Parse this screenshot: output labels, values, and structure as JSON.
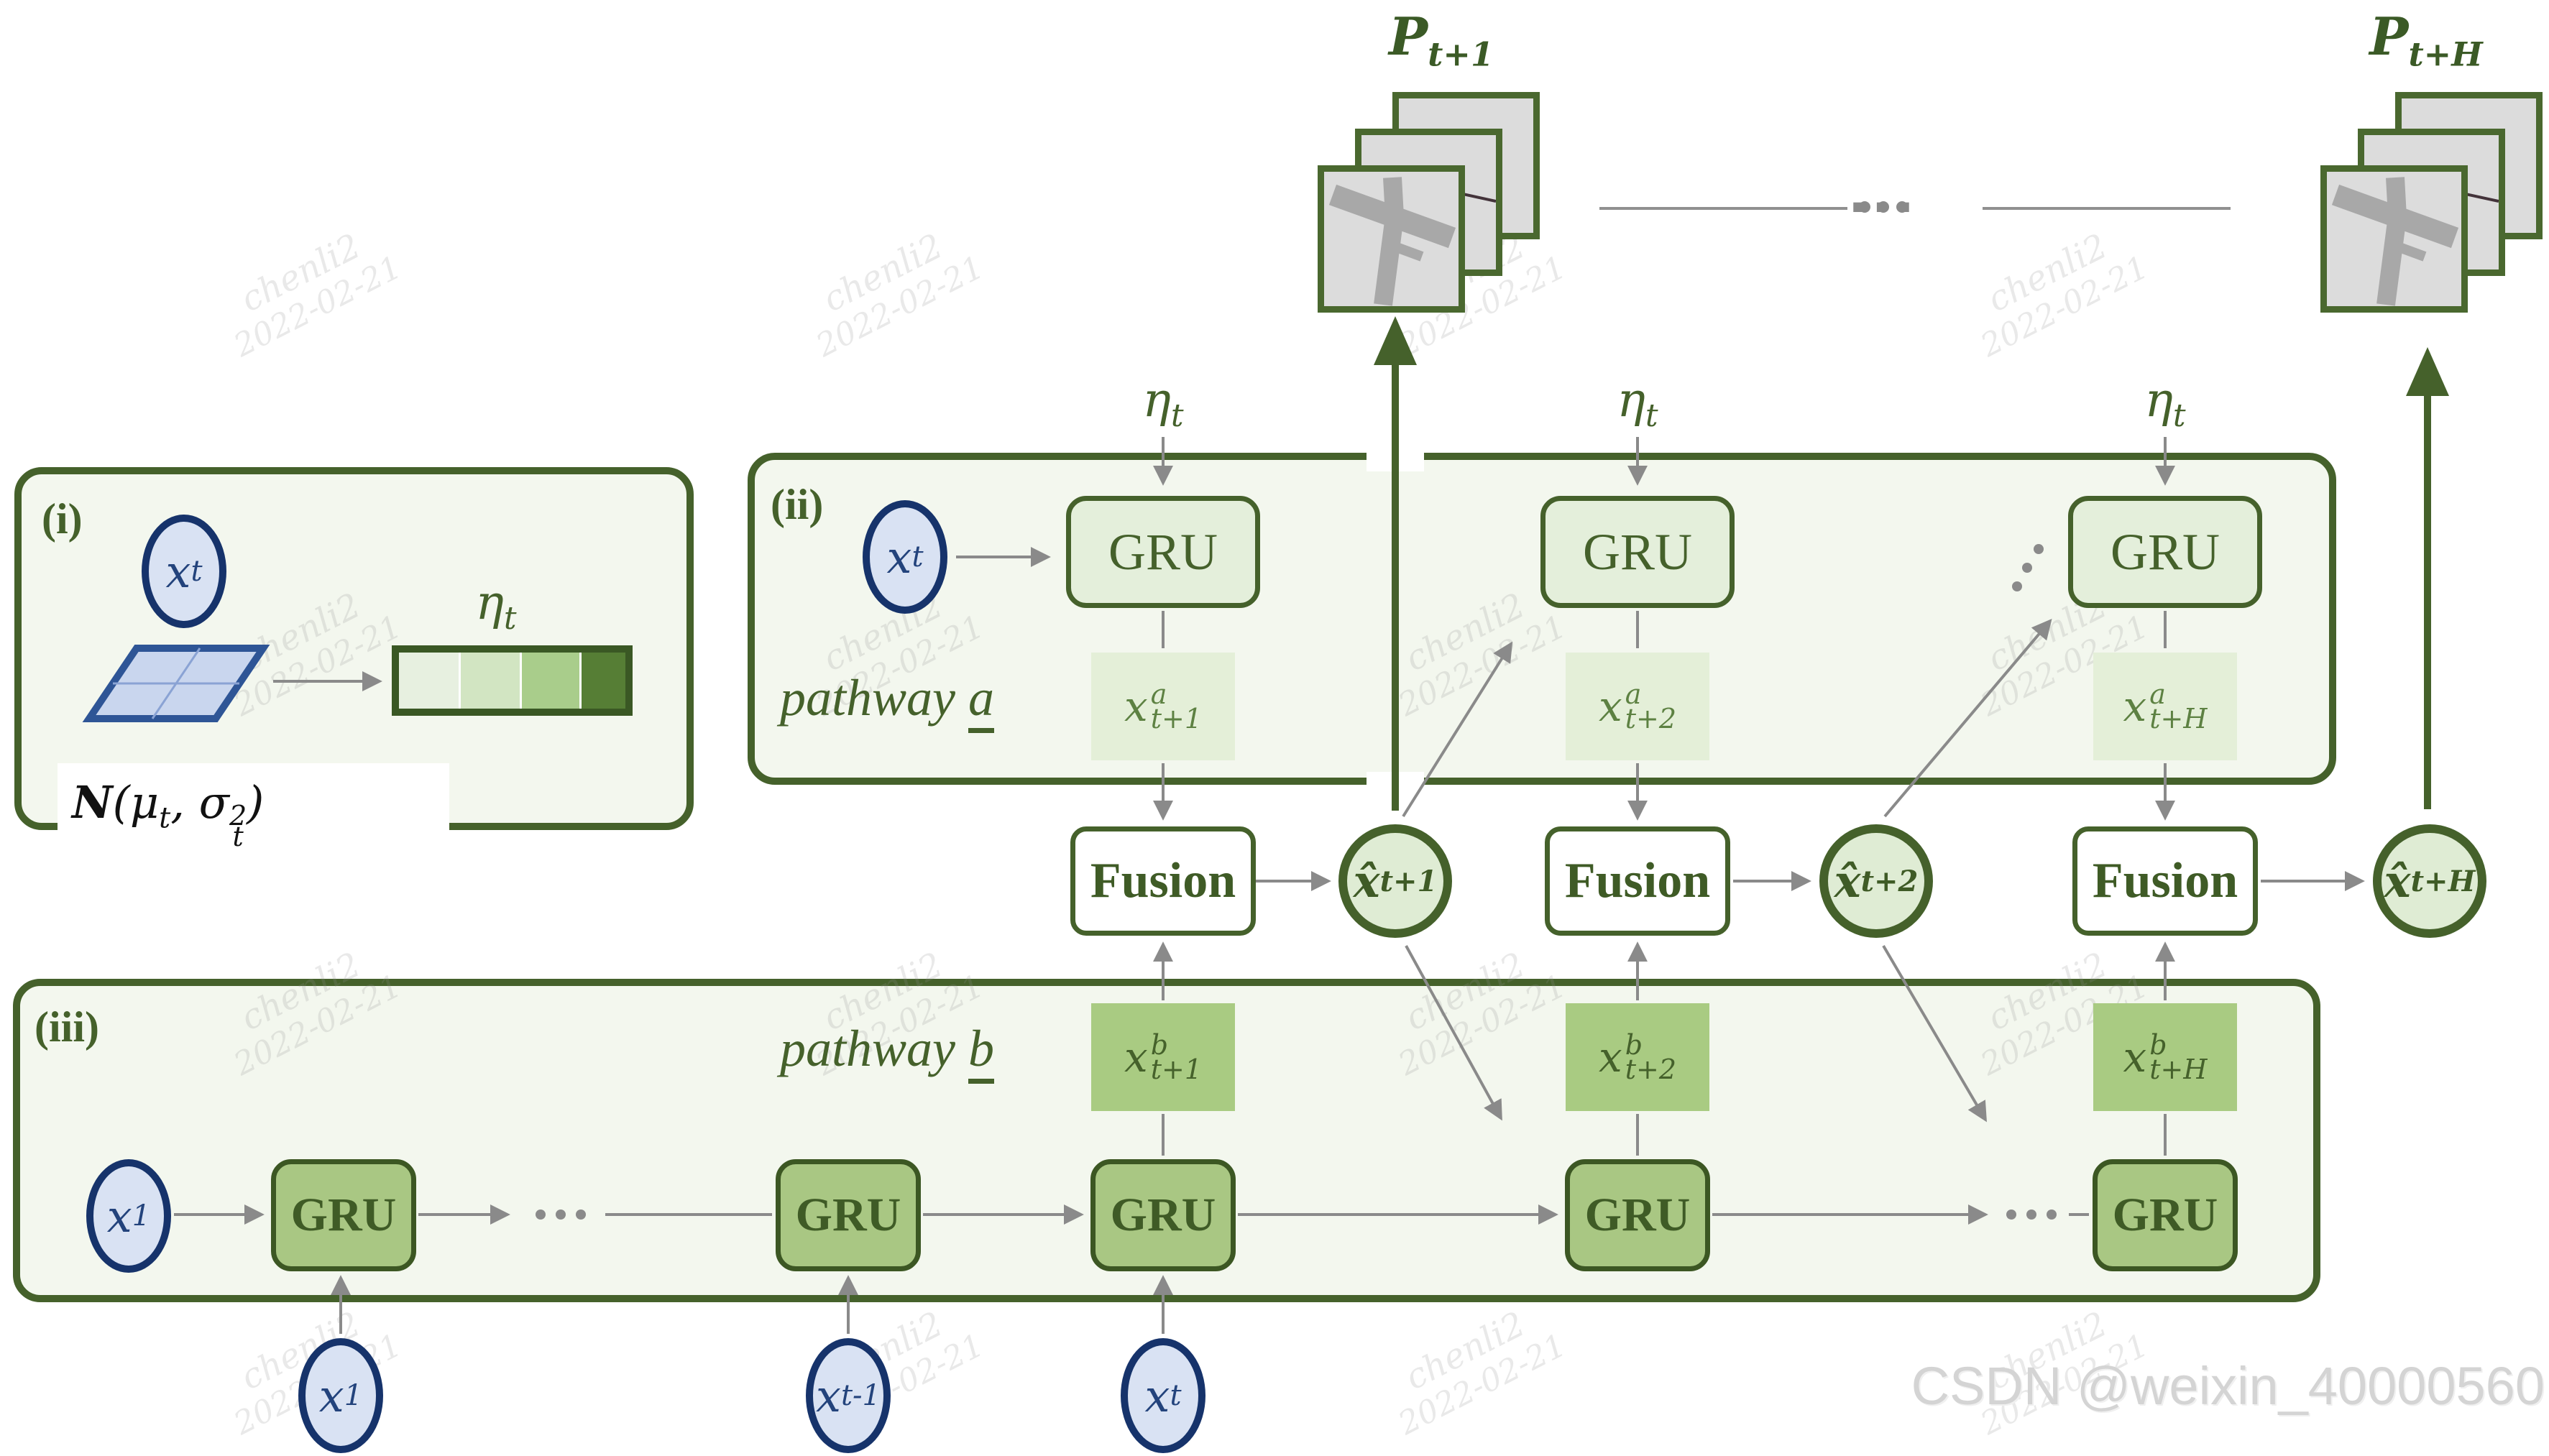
{
  "colors": {
    "accent_green": "#45612b",
    "panel_fill": "#f3f7ee",
    "gru_pathway_a_fill": "#e4efdb",
    "gru_pathway_b_fill": "#a9c783",
    "xa_highlight_fill": "#e4efd8",
    "xb_highlight_fill": "#a9cb82",
    "xhat_fill": "#dfecd4",
    "input_node_fill": "#d9e2f3",
    "input_node_border": "#16336b",
    "arrow_gray": "#8a8a8a",
    "map_frame_fill": "#dcdcdc",
    "road_gray": "#a8a8a8",
    "cyan_mark": "#45ded4",
    "parallelogram_fill": "#c9d6ee",
    "parallelogram_border": "#2e5596",
    "gradient_bar_segments": [
      "#e7f0e0",
      "#d2e5c2",
      "#a9cd8b",
      "#567e35"
    ]
  },
  "shared": {
    "gru": "GRU",
    "fusion": "Fusion"
  },
  "top": {
    "left_stack": {
      "label_base": "P",
      "label_sub": "t+1"
    },
    "right_stack": {
      "label_base": "P",
      "label_sub": "t+H"
    },
    "ellipsis": "···"
  },
  "panel_i": {
    "tag": "(i)",
    "input_base": "x",
    "input_sub": "t",
    "eta_base": "η",
    "eta_sub": "t",
    "gauss_n": "N",
    "gauss_p1": "(μ",
    "gauss_sub1": "t",
    "gauss_p2": ", σ",
    "gauss_sub2": "t",
    "gauss_sup2": "2",
    "gauss_p3": ")"
  },
  "panel_ii": {
    "tag": "(ii)",
    "input_base": "x",
    "input_sub": "t",
    "pathway_text": "pathway",
    "pathway_letter": "a"
  },
  "panel_iii": {
    "tag": "(iii)",
    "pathway_text": "pathway",
    "pathway_letter": "b",
    "seed_base": "x",
    "seed_sub": "1",
    "ellipsis1": "···",
    "ellipsis2": "···"
  },
  "cols": [
    {
      "eta_base": "η",
      "eta_sub": "t",
      "xa_base": "x",
      "xa_sup": "a",
      "xa_sub": "t+1",
      "xhat_base": "x̂",
      "xhat_sub": "t+1",
      "xb_base": "x",
      "xb_sup": "b",
      "xb_sub": "t+1"
    },
    {
      "eta_base": "η",
      "eta_sub": "t",
      "xa_base": "x",
      "xa_sup": "a",
      "xa_sub": "t+2",
      "xhat_base": "x̂",
      "xhat_sub": "t+2",
      "xb_base": "x",
      "xb_sup": "b",
      "xb_sub": "t+2"
    },
    {
      "eta_base": "η",
      "eta_sub": "t",
      "xa_base": "x",
      "xa_sup": "a",
      "xa_sub": "t+H",
      "xhat_base": "x̂",
      "xhat_sub": "t+H",
      "xb_base": "x",
      "xb_sup": "b",
      "xb_sub": "t+H"
    }
  ],
  "bottom_inputs": [
    {
      "base": "x",
      "sub": "1"
    },
    {
      "base": "x",
      "sub": "t-1"
    },
    {
      "base": "x",
      "sub": "t"
    }
  ],
  "watermark": {
    "name": "chenli2",
    "date": "2022-02-21",
    "csdn": "CSDN @weixin_40000560"
  }
}
